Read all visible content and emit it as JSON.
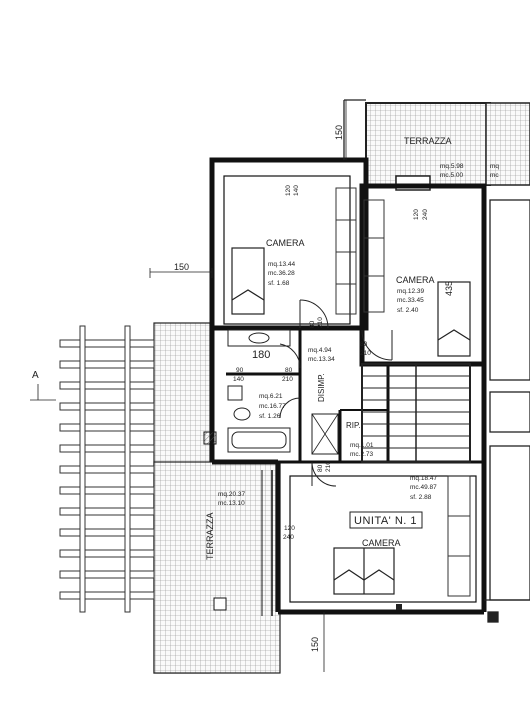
{
  "rooms": {
    "terrazza_top": {
      "name": "TERRAZZA",
      "mq": "mq.5.98",
      "mc": "mc.5.00",
      "cut_mq": "mq",
      "cut_mc": "mc"
    },
    "camera_top_left": {
      "name": "CAMERA",
      "mq": "mq.13.44",
      "mc": "mc.36.28",
      "sf": "sf. 1.68",
      "door": [
        "120",
        "140"
      ]
    },
    "camera_top_right": {
      "name": "CAMERA",
      "mq": "mq.12.39",
      "mc": "mc.33.45",
      "sf": "sf. 2.40",
      "door": [
        "120",
        "240"
      ]
    },
    "disimpegno": {
      "name": "DISIMP.",
      "mq": "mq.4.94",
      "mc": "mc.13.34"
    },
    "bagno": {
      "mq": "mq.6.21",
      "mc": "mc.16.77",
      "sf": "sf. 1.26",
      "width": "180"
    },
    "ripostiglio": {
      "name": "RIP.",
      "mq": "mq.1.01",
      "mc": "mc.2.73"
    },
    "terrazza_left": {
      "name": "TERRAZZA",
      "mq": "mq.20.37",
      "mc": "mc.13.10"
    },
    "camera_bottom": {
      "name": "CAMERA",
      "mq": "mq.18.47",
      "mc": "mc.49.87",
      "sf": "sf. 2.88",
      "door": [
        "120",
        "240"
      ]
    }
  },
  "doors": {
    "d1": [
      "80",
      "210"
    ],
    "d2": [
      "80",
      "210"
    ],
    "d3": [
      "90",
      "140"
    ],
    "d4": [
      "80",
      "210"
    ],
    "d5": [
      "80",
      "210"
    ]
  },
  "unit_label": "UNITA' N. 1",
  "dimensions": {
    "top": "150",
    "left": "150",
    "bottom": "150",
    "stair": "435"
  },
  "section_marker": "A"
}
